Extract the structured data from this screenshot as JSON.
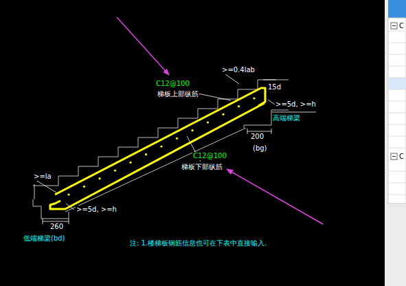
{
  "diagram": {
    "labels": [
      "C12@100",
      "梯板上部纵筋",
      ">=0.4lab",
      "15d",
      ">=5d, >=h",
      "高端梯梁",
      "200",
      "(bg)",
      "C12@100",
      "梯板下部纵筋",
      ">=la",
      ">=5d, >=h",
      "260",
      "低端梯梁(bd)",
      "注: 1.楼梯板钢筋信息也可在下表中直接输入.",
      "C",
      "C"
    ]
  }
}
